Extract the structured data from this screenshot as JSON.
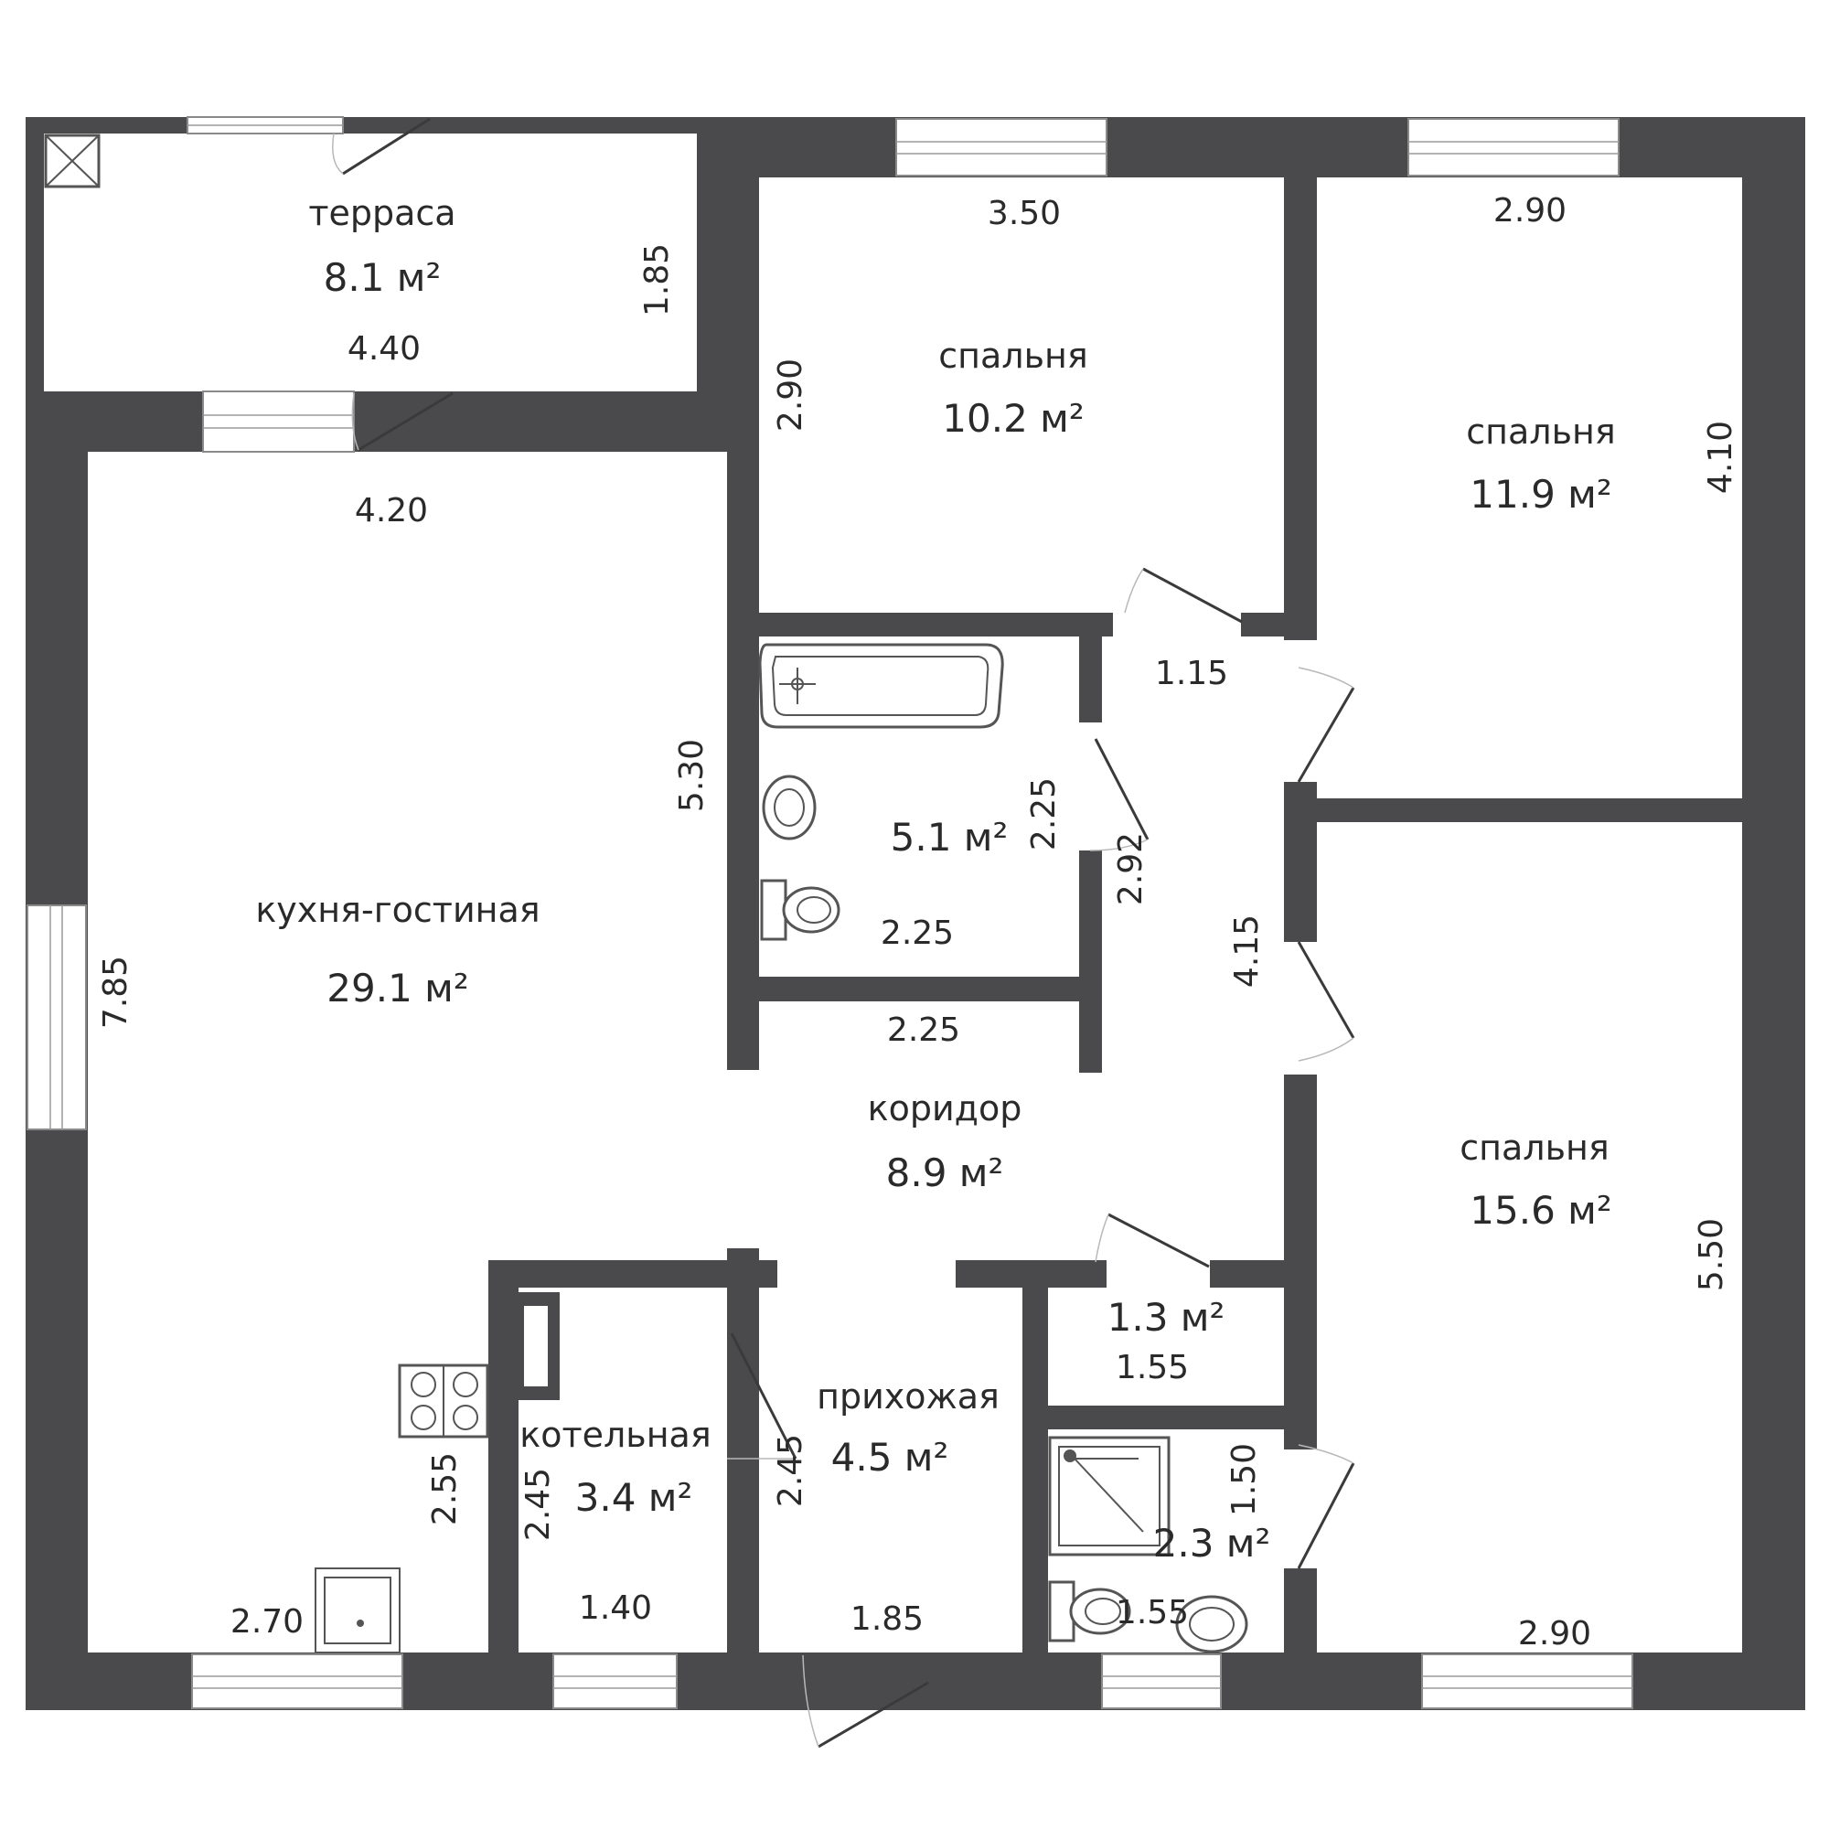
{
  "rooms": {
    "terrace": {
      "name": "терраса",
      "area": "8.1 м²"
    },
    "bedroom_top": {
      "name": "спальня",
      "area": "10.2 м²"
    },
    "bedroom_right": {
      "name": "спальня",
      "area": "11.9 м²"
    },
    "bathroom": {
      "area": "5.1 м²"
    },
    "kitchen_living": {
      "name": "кухня-гостиная",
      "area": "29.1 м²"
    },
    "corridor": {
      "name": "коридор",
      "area": "8.9 м²"
    },
    "bedroom_large": {
      "name": "спальня",
      "area": "15.6 м²"
    },
    "storage": {
      "area": "1.3 м²"
    },
    "boiler": {
      "name": "котельная",
      "area": "3.4 м²"
    },
    "hallway": {
      "name": "прихожая",
      "area": "4.5 м²"
    },
    "shower_room": {
      "area": "2.3 м²"
    }
  },
  "dimensions": {
    "terrace_w": "4.40",
    "terrace_h": "1.85",
    "kitchen_top": "4.20",
    "bedroom_top_w": "3.50",
    "bedroom_top_h": "2.90",
    "bedroom_right_w": "2.90",
    "bedroom_right_h": "4.10",
    "corridor_small": "1.15",
    "kitchen_h": "5.30",
    "bath_h": "2.25",
    "bath_w": "2.25",
    "corridor_diag": "2.92",
    "corridor_h": "4.15",
    "kitchen_total_h": "7.85",
    "corridor_w": "2.25",
    "bedroom_large_h": "5.50",
    "storage_w": "1.55",
    "kitchen_lower_h": "2.55",
    "boiler_h": "2.45",
    "hallway_h": "2.45",
    "shower_h": "1.50",
    "kitchen_bottom": "2.70",
    "boiler_w": "1.40",
    "hallway_w": "1.85",
    "shower_w": "1.55",
    "bedroom_large_w": "2.90"
  }
}
